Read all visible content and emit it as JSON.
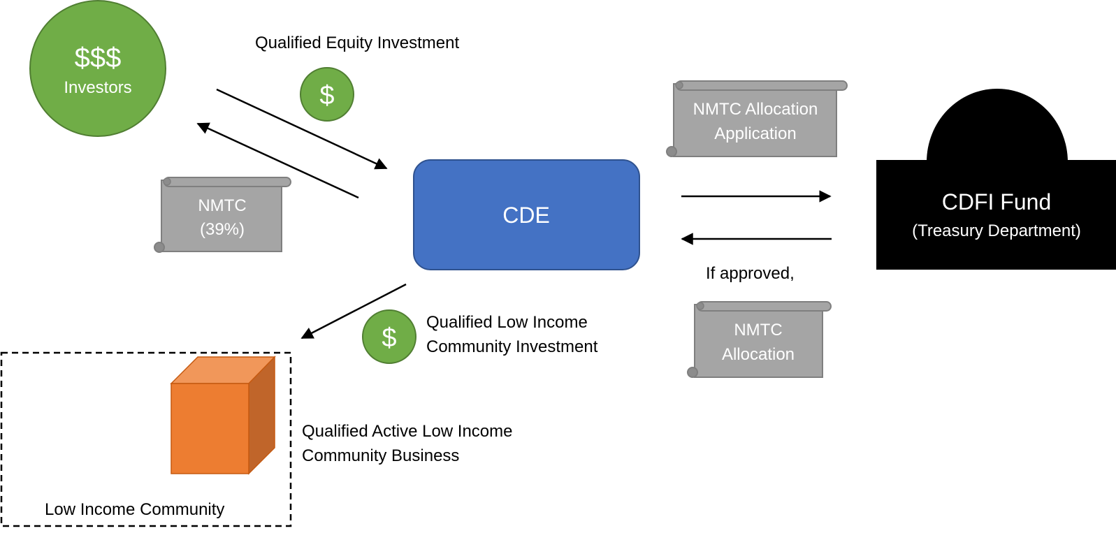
{
  "colors": {
    "green": "#70AD47",
    "green_stroke": "#507E32",
    "blue": "#4472C4",
    "blue_stroke": "#2F528F",
    "scroll_fill": "#A5A5A5",
    "scroll_stroke": "#7F7F7F",
    "orange_front": "#ED7D31",
    "orange_top": "#F1975A",
    "orange_side": "#C0652A",
    "black": "#000000"
  },
  "investors": {
    "symbol": "$$$",
    "label": "Investors"
  },
  "qei": {
    "label": "Qualified Equity Investment",
    "coin_symbol": "$"
  },
  "nmtc_credit": {
    "line1": "NMTC",
    "line2": "(39%)"
  },
  "cde": {
    "label": "CDE"
  },
  "application": {
    "line1": "NMTC Allocation",
    "line2": "Application"
  },
  "cdfi": {
    "title": "CDFI Fund",
    "subtitle": "(Treasury Department)"
  },
  "if_approved": {
    "label": "If approved,"
  },
  "allocation": {
    "line1": "NMTC",
    "line2": "Allocation"
  },
  "qlici": {
    "coin_symbol": "$",
    "line1": "Qualified Low Income",
    "line2": "Community Investment"
  },
  "qalicb": {
    "line1": "Qualified Active Low Income",
    "line2": "Community Business"
  },
  "lic": {
    "label": "Low Income Community"
  },
  "icons": {
    "coin": "dollar-coin-icon",
    "scroll": "scroll-icon",
    "cube": "cube-icon",
    "building": "dome-building-icon"
  }
}
